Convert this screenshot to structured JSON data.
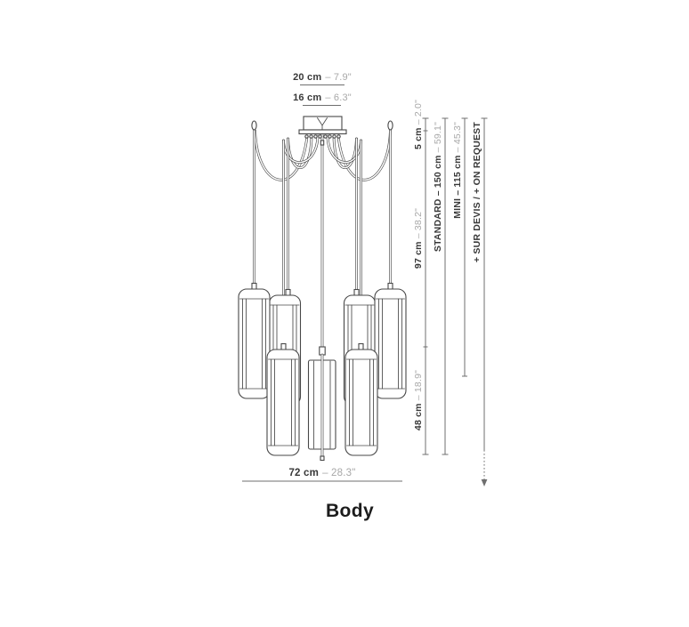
{
  "page": {
    "title": "Body"
  },
  "colors": {
    "background": "#ffffff",
    "line": "#474747",
    "dim_line": "#6f6f6f",
    "text_primary": "#383838",
    "text_secondary": "#a8a8a8",
    "title": "#1c1c1c"
  },
  "dimensions": {
    "top": [
      {
        "id": "width-20cm",
        "metric": "20 cm",
        "imperial": "– 7.9\""
      },
      {
        "id": "width-16cm",
        "metric": "16 cm",
        "imperial": "– 6.3\""
      }
    ],
    "right": [
      {
        "id": "canopy-5cm",
        "metric": "5 cm",
        "imperial": "– 2.0\""
      },
      {
        "id": "suspension-97cm",
        "metric": "97 cm",
        "imperial": "– 38.2\""
      },
      {
        "id": "body-48cm",
        "metric": "48 cm",
        "imperial": "– 18.9\""
      },
      {
        "id": "standard-150cm",
        "metric": "STANDARD – 150 cm",
        "imperial": "– 59.1\""
      },
      {
        "id": "mini-115cm",
        "metric": "MINI – 115 cm",
        "imperial": "– 45.3\""
      },
      {
        "id": "on-request",
        "metric": "+ SUR DEVIS / + ON REQUEST",
        "imperial": ""
      }
    ],
    "bottom": {
      "id": "width-72cm",
      "metric": "72 cm",
      "imperial": "– 28.3\""
    }
  }
}
